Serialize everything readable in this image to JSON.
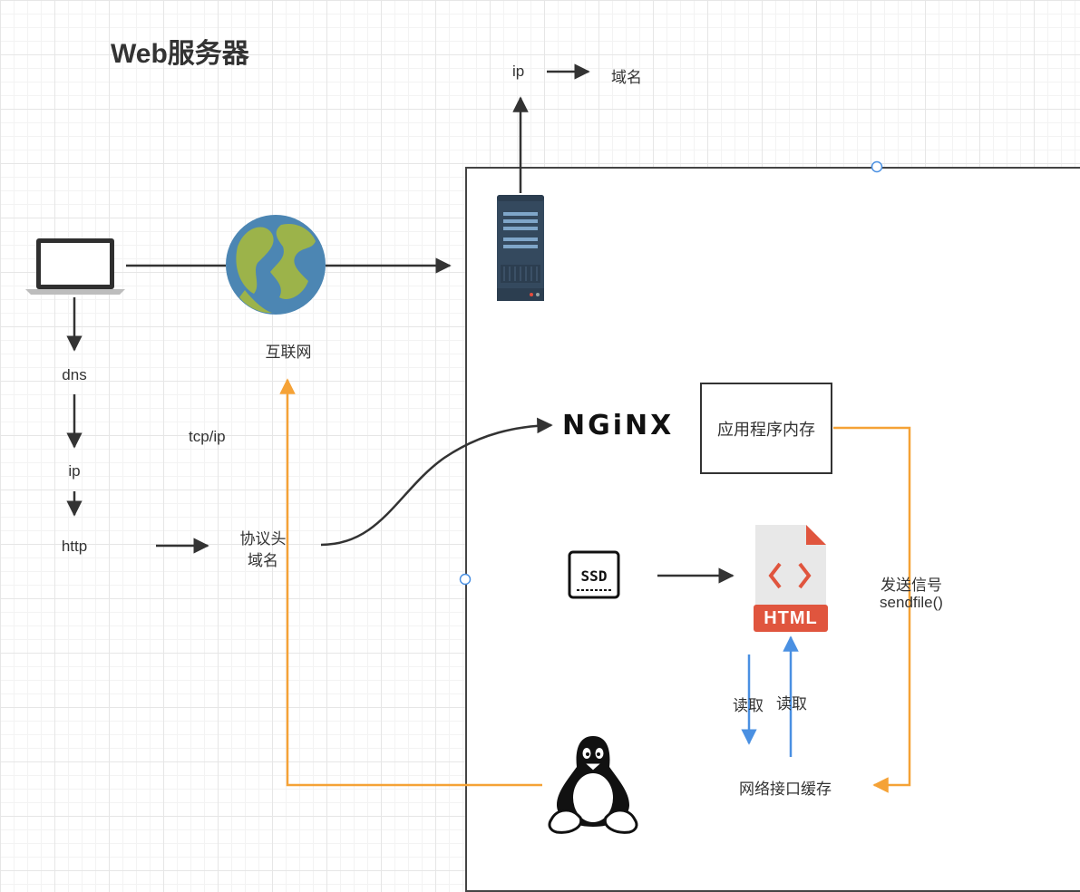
{
  "title": "Web服务器",
  "nodes": {
    "laptop": {
      "icon": "laptop-icon"
    },
    "internet": {
      "icon": "globe-icon",
      "label": "互联网"
    },
    "server": {
      "icon": "server-icon"
    },
    "nginx": {
      "icon": "nginx-logo",
      "label": "NGiNX"
    },
    "app_memory": {
      "label": "应用程序内存"
    },
    "ssd": {
      "icon": "ssd-icon"
    },
    "html_file": {
      "icon": "html-file-icon",
      "label": "HTML"
    },
    "linux": {
      "icon": "linux-penguin-icon"
    },
    "network_cache": {
      "label": "网络接口缓存"
    }
  },
  "steps": [
    "dns",
    "ip",
    "http"
  ],
  "labels": {
    "tcp_ip": "tcp/ip",
    "protocol_header": "协议头",
    "domain_name": "域名",
    "ip_top": "ip",
    "domain_top": "域名",
    "send_signal": "发送信号",
    "sendfile": "sendfile()",
    "read_1": "读取",
    "read_2": "读取"
  },
  "colors": {
    "line": "#333333",
    "orange": "#f5a236",
    "blue": "#4a90e2",
    "html_red": "#e0553e",
    "globe_ocean": "#4c86b3",
    "globe_land": "#9cb34a",
    "server_body": "#34495e",
    "selection_handle": "#4a90e2"
  }
}
